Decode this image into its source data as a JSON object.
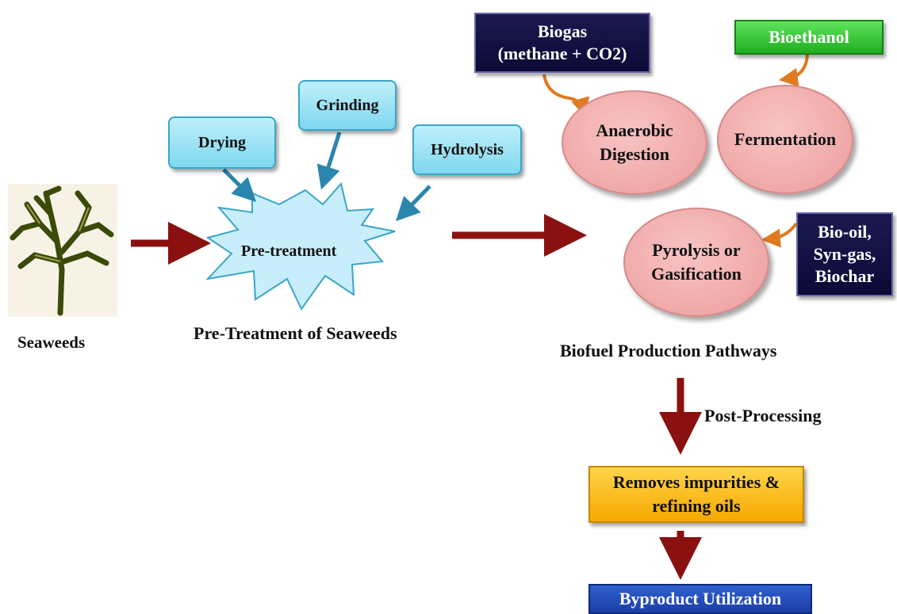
{
  "seaweed": {
    "label": "Seaweeds"
  },
  "pretreatment": {
    "title": "Pre-Treatment of Seaweeds",
    "center_label": "Pre-treatment",
    "steps": [
      "Drying",
      "Grinding",
      "Hydrolysis"
    ]
  },
  "pathways": {
    "title": "Biofuel Production Pathways",
    "processes": [
      "Anaerobic\nDigestion",
      "Fermentation",
      "Pyrolysis or\nGasification"
    ],
    "products": {
      "biogas": "Biogas\n(methane + CO2)",
      "bioethanol": "Bioethanol",
      "biooil": "Bio-oil,\nSyn-gas,\nBiochar"
    }
  },
  "post": {
    "label": "Post-Processing",
    "refining": "Removes impurities &\nrefining oils",
    "byproduct": "Byproduct Utilization"
  },
  "colors": {
    "flow_arrow": "#8b1010",
    "pointer_arrow": "#2b86ad",
    "curved_arrow": "#e07a1f",
    "star_fill": "#c8eefb",
    "seaweed": "#3b4a08"
  }
}
